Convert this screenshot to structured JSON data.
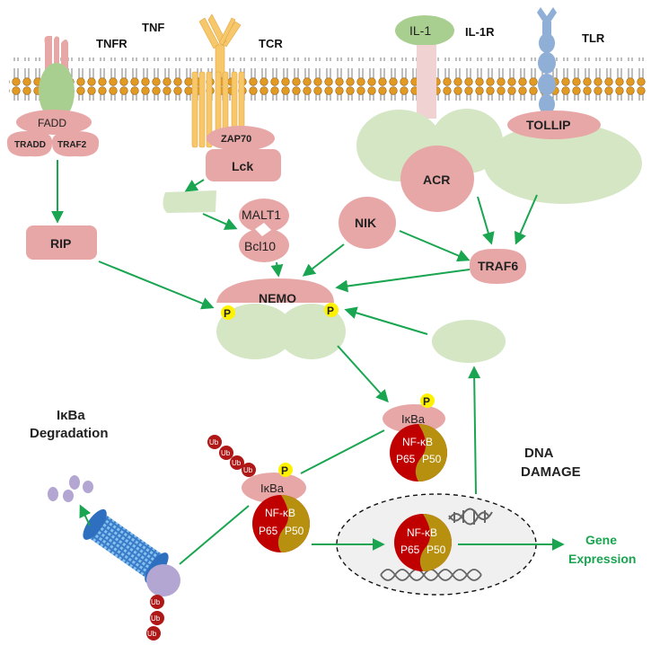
{
  "receptors": {
    "tnf": "TNF",
    "tnfr": "TNFR",
    "tcr": "TCR",
    "il1": "IL-1",
    "il1r": "IL-1R",
    "tlr": "TLR"
  },
  "adaptors": {
    "fadd": "FADD",
    "tradd": "TRADD",
    "traf2": "TRAF2",
    "zap70": "ZAP70",
    "lck": "Lck",
    "tollip": "TOLLIP",
    "acr": "ACR"
  },
  "signaling": {
    "rip": "RIP",
    "malt1": "MALT1",
    "bcl10": "Bcl10",
    "nik": "NIK",
    "traf6": "TRAF6",
    "nemo": "NEMO",
    "phospho": "P"
  },
  "complexes": {
    "ikba": "IκBa",
    "nfkb": "NF-κB",
    "p65": "P65",
    "p50": "P50",
    "ub": "Ub"
  },
  "annotations": {
    "degradation_line1": "IκBa",
    "degradation_line2": "Degradation",
    "dna_line1": "DNA",
    "dna_line2": "DAMAGE",
    "gene_line1": "Gene",
    "gene_line2": "Expression"
  },
  "colors": {
    "pink": "#e8a7a7",
    "light_green": "#d4e6c3",
    "nfkb_red": "#c00000",
    "nfkb_gold": "#b8900f",
    "phospho_yellow": "#fff200",
    "arrow_green": "#1aa550",
    "tcr_orange": "#f7c86b",
    "tlr_blue": "#8fafd6",
    "ub_red": "#b01818",
    "proteasome_blue": "#5a9ad8",
    "purple": "#b4a6d2"
  }
}
